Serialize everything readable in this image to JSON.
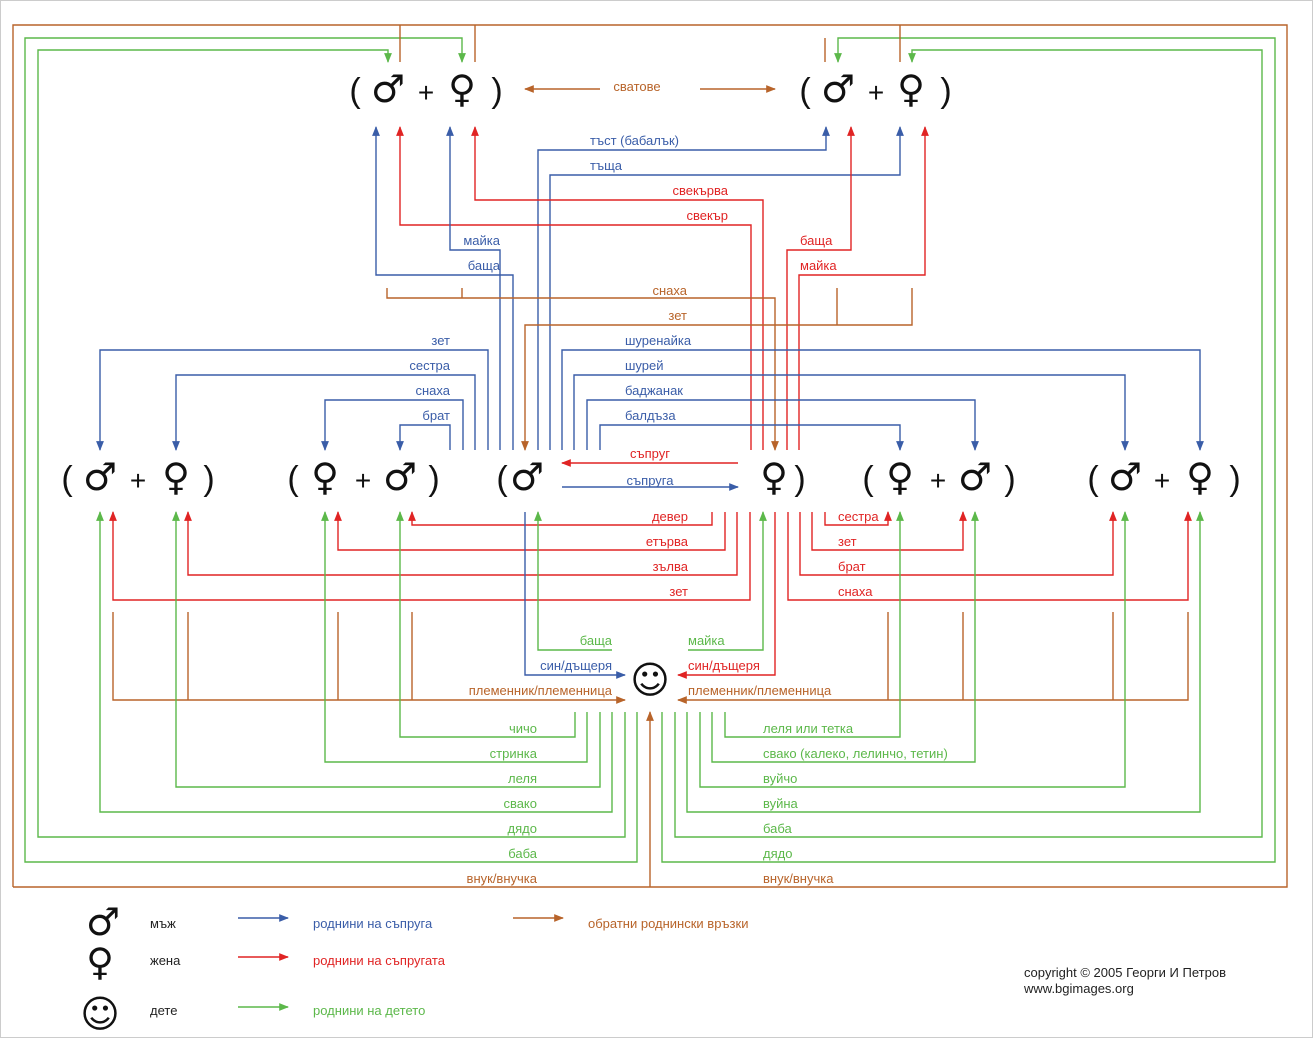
{
  "colors": {
    "blue": "#3a5da8",
    "red": "#e02424",
    "green": "#5cb84a",
    "brown": "#b8642a",
    "border": "#cccccc"
  },
  "symbols": {
    "male": "♂",
    "female": "♀",
    "child": "☺",
    "plus": "+",
    "open": "(",
    "close": ")"
  },
  "labels": {
    "svatove": "сватове",
    "tast": "тъст (бабалък)",
    "tashta": "тъща",
    "svekarva": "свекърва",
    "svekar": "свекър",
    "mayka_h": "майка",
    "bashta_h": "баща",
    "bashta_w": "баща",
    "mayka_w": "майка",
    "snaha_top": "снаха",
    "zet_top": "зет",
    "zet_h": "зет",
    "sestra_h": "сестра",
    "snaha_h": "снаха",
    "brat_h": "брат",
    "shurenayka": "шуренайка",
    "shurey": "шурей",
    "badzhanak": "баджанак",
    "baldaza": "балдъза",
    "sapruga_label": "съпруг",
    "sapruga2": "съпруга",
    "dever": "девер",
    "etarva": "етърва",
    "zalva": "зълва",
    "zet_w": "зет",
    "sestra_w": "сестра",
    "zet_w2": "зет",
    "brat_w": "брат",
    "snaha_w": "снаха",
    "bashta_c": "баща",
    "mayka_c": "майка",
    "sin_l": "син/дъщеря",
    "sin_r": "син/дъщеря",
    "plem_l": "племенник/племенница",
    "plem_r": "племенник/племенница",
    "chicho": "чичо",
    "strinka": "стринка",
    "lelya": "леля",
    "svako": "свако",
    "dyado_l": "дядо",
    "baba_l": "баба",
    "vnuk_l": "внук/внучка",
    "lelya_tetka": "леля или тетка",
    "svako_r": "свако (калеко, лелинчо, тетин)",
    "vuycho": "вуйчо",
    "vuyna": "вуйна",
    "baba_r": "баба",
    "dyado_r": "дядо",
    "vnuk_r": "внук/внучка"
  },
  "legend": {
    "male": "мъж",
    "female": "жена",
    "child": "дете",
    "blue": "роднини на съпруга",
    "red": "роднини на съпругата",
    "green": "роднини на детето",
    "brown": "обратни роднински връзки"
  },
  "copyright": {
    "line1": "copyright © 2005 Георги И Петров",
    "line2": "www.bgimages.org"
  }
}
